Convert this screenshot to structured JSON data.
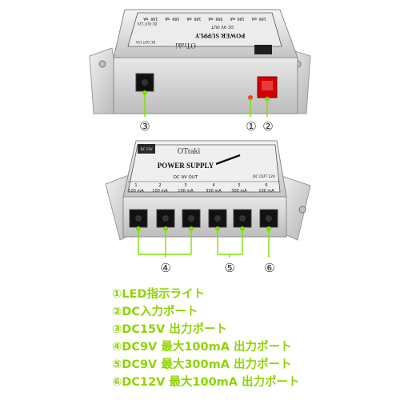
{
  "photo": {
    "top_unit": {
      "brand": "OTraki",
      "panel_title": "POWER SUPPLY",
      "dc9v_out_label": "DC 9V OUT",
      "dc12v_out_label": "DC OUT 12V",
      "dc15v_out_label": "DC OUT 15V",
      "current_labels": [
        "100 mA",
        "100 mA",
        "300 mA",
        "100 mA",
        "300 mA",
        "100 mA"
      ]
    },
    "bottom_unit": {
      "brand": "OTraki",
      "panel_title": "POWER SUPPLY",
      "dc9v_out_label": "DC 9V OUT",
      "dc12v_out_label": "DC OUT 12V",
      "dc15v_out_label": "DC 15V",
      "port_numbers": [
        "1",
        "2",
        "3",
        "4",
        "5",
        "6"
      ],
      "current_labels": [
        "100 mA",
        "100 mA",
        "100 mA",
        "300 mA",
        "300 mA",
        "100 mA"
      ]
    },
    "callout_marker_color": "#7fe000",
    "callouts": {
      "c1": "①",
      "c2": "②",
      "c3": "③",
      "c4": "④",
      "c5": "⑤",
      "c6": "⑥"
    }
  },
  "legend": {
    "color": "#8fd400",
    "items": [
      "①LED指示ライト",
      "②DC入力ポート",
      "③DC15V 出力ポート",
      "④DC9V 最大100mA 出力ポート",
      "⑤DC9V 最大300mA 出力ポート",
      "⑥DC12V 最大100mA 出力ポート"
    ]
  }
}
